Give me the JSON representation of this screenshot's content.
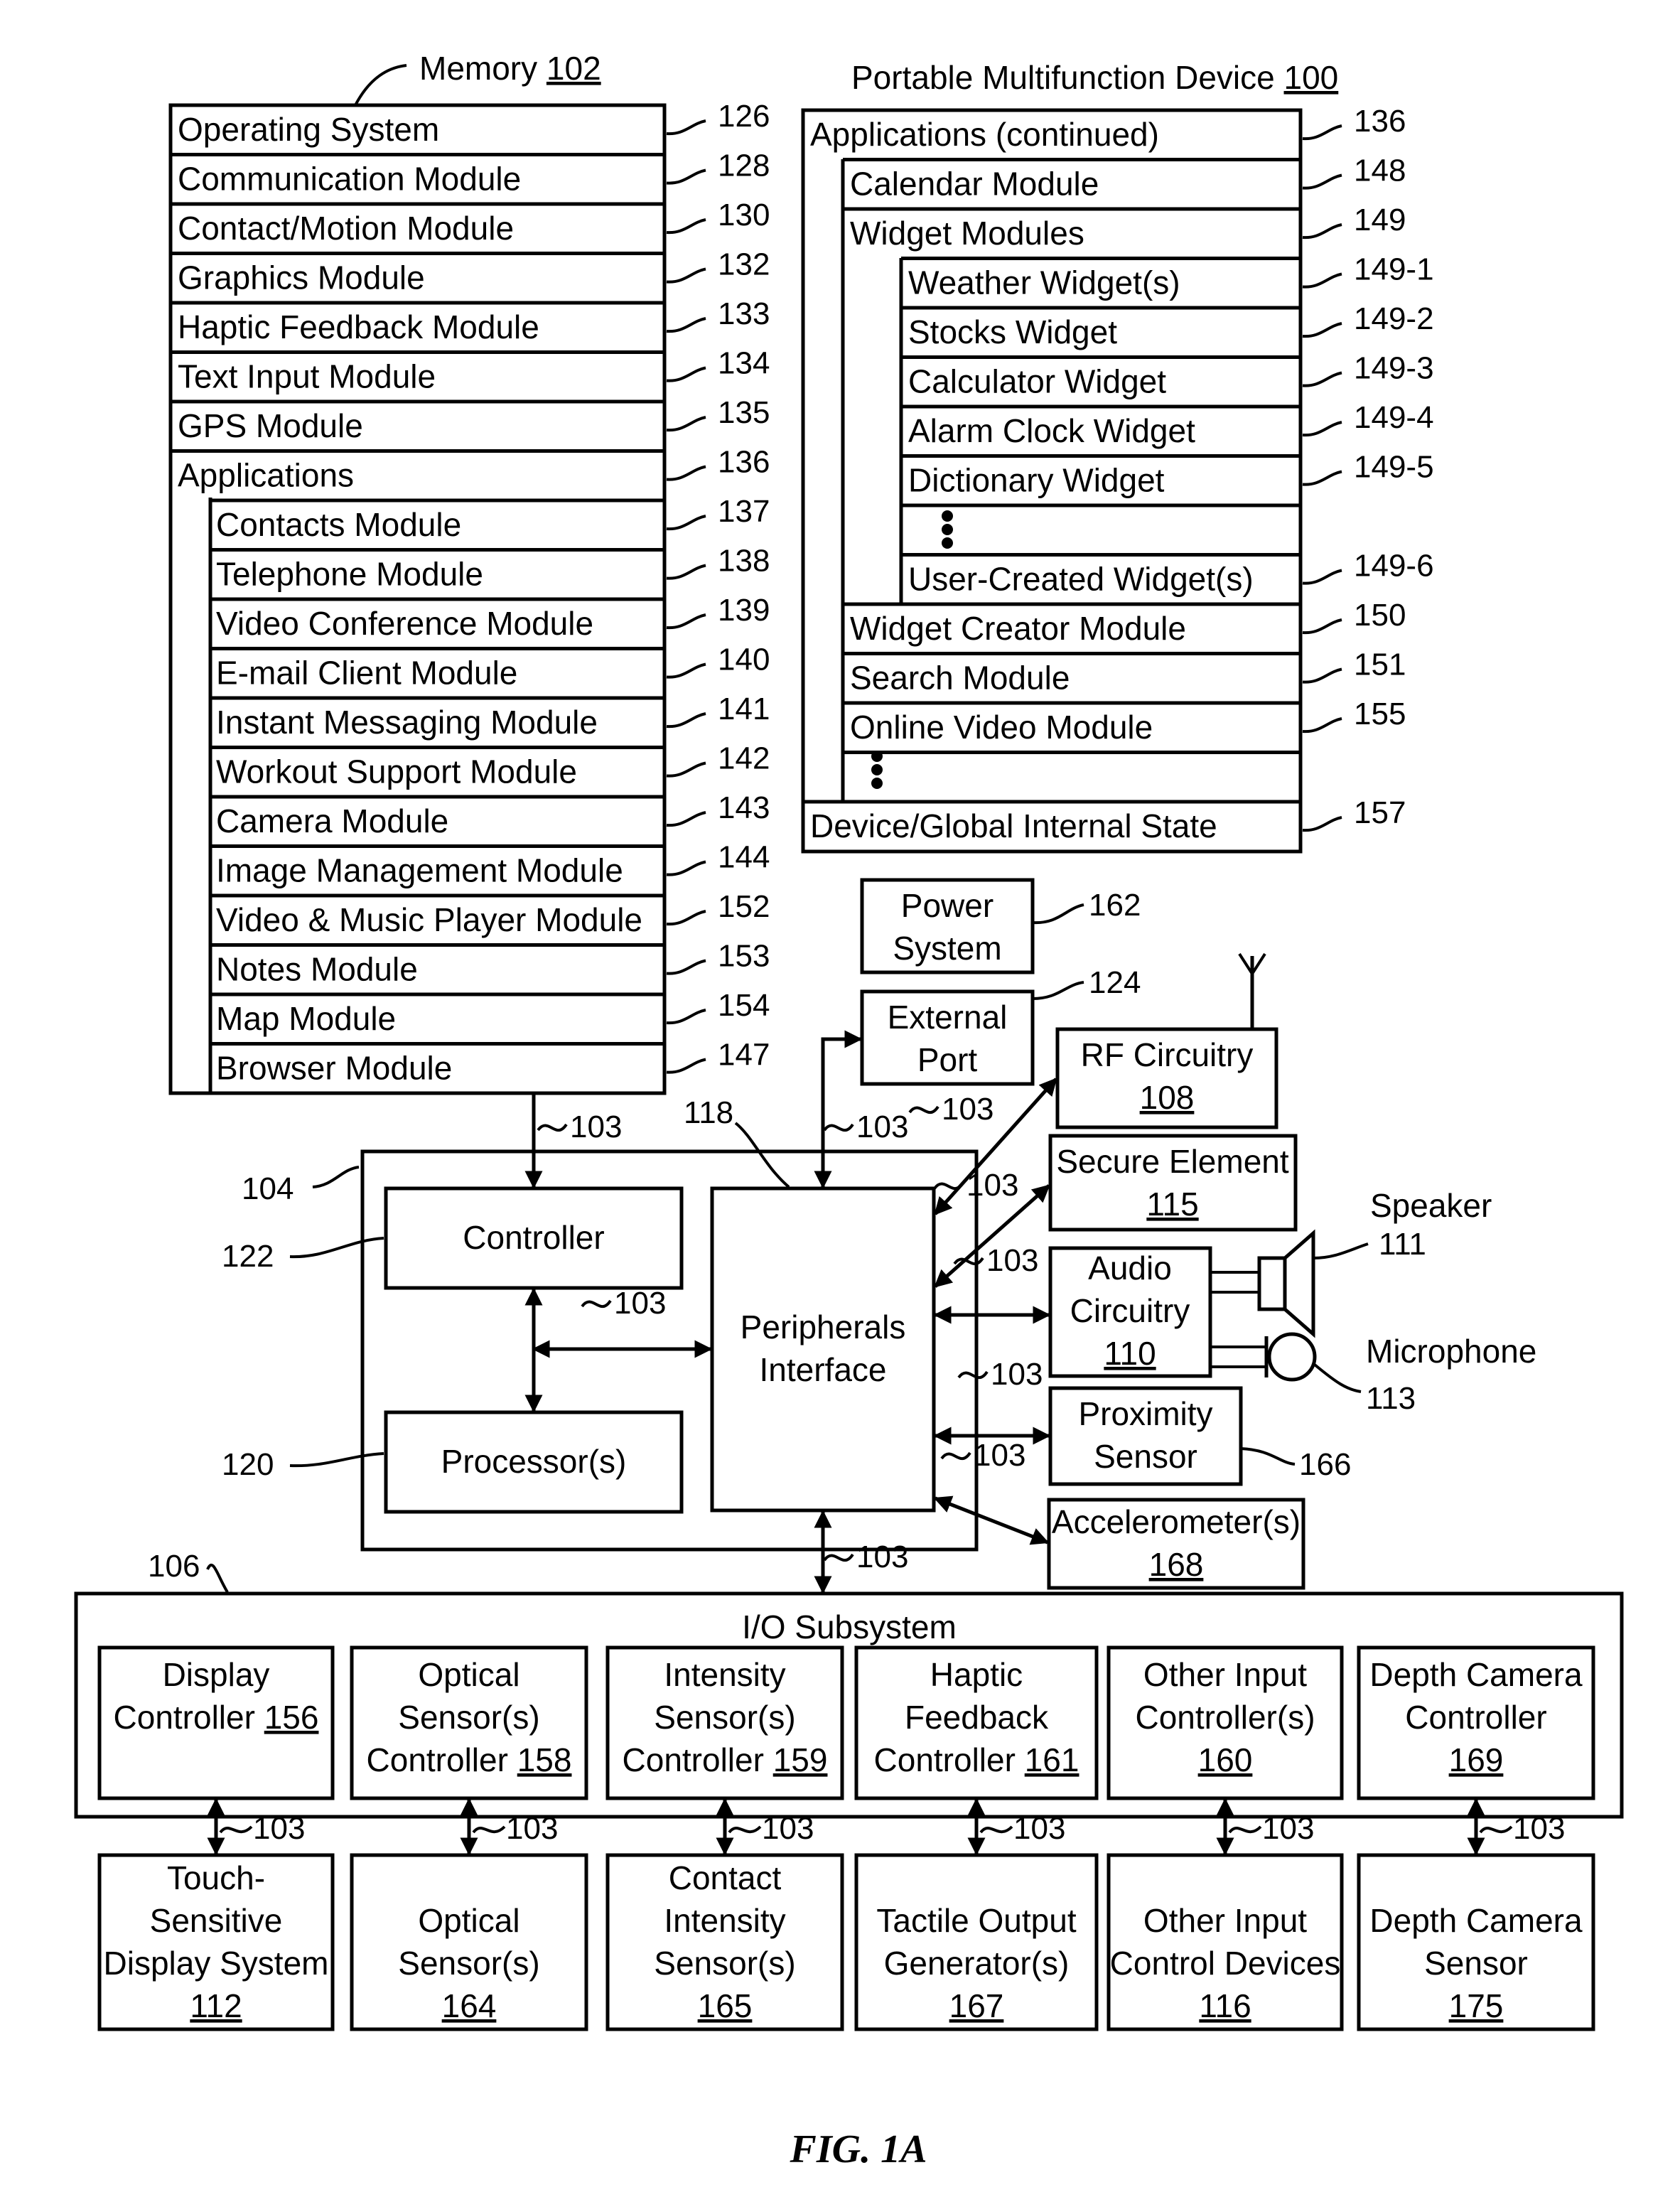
{
  "memory": {
    "title": "Memory",
    "title_ref": "102",
    "rows": [
      {
        "label": "Operating System",
        "ref": "126"
      },
      {
        "label": "Communication Module",
        "ref": "128"
      },
      {
        "label": "Contact/Motion Module",
        "ref": "130"
      },
      {
        "label": "Graphics Module",
        "ref": "132"
      },
      {
        "label": "Haptic Feedback Module",
        "ref": "133"
      },
      {
        "label": "Text Input Module",
        "ref": "134"
      },
      {
        "label": "GPS Module",
        "ref": "135"
      },
      {
        "label": "Applications",
        "ref": "136"
      }
    ],
    "apps": [
      {
        "label": "Contacts Module",
        "ref": "137"
      },
      {
        "label": "Telephone Module",
        "ref": "138"
      },
      {
        "label": "Video Conference Module",
        "ref": "139"
      },
      {
        "label": "E-mail Client Module",
        "ref": "140"
      },
      {
        "label": "Instant Messaging Module",
        "ref": "141"
      },
      {
        "label": "Workout Support Module",
        "ref": "142"
      },
      {
        "label": "Camera Module",
        "ref": "143"
      },
      {
        "label": "Image Management Module",
        "ref": "144"
      },
      {
        "label": "Video & Music Player Module",
        "ref": "152"
      },
      {
        "label": "Notes Module",
        "ref": "153"
      },
      {
        "label": "Map Module",
        "ref": "154"
      },
      {
        "label": "Browser Module",
        "ref": "147"
      }
    ]
  },
  "device": {
    "title": "Portable Multifunction Device",
    "title_ref": "100",
    "apps_cont": {
      "label": "Applications (continued)",
      "ref": "136"
    },
    "calendar": {
      "label": "Calendar Module",
      "ref": "148"
    },
    "widgets": {
      "label": "Widget Modules",
      "ref": "149"
    },
    "widget_items": [
      {
        "label": "Weather Widget(s)",
        "ref": "149-1"
      },
      {
        "label": "Stocks Widget",
        "ref": "149-2"
      },
      {
        "label": "Calculator Widget",
        "ref": "149-3"
      },
      {
        "label": "Alarm Clock Widget",
        "ref": "149-4"
      },
      {
        "label": "Dictionary Widget",
        "ref": "149-5"
      }
    ],
    "user_widget": {
      "label": "User-Created Widget(s)",
      "ref": "149-6"
    },
    "lower": [
      {
        "label": "Widget Creator Module",
        "ref": "150"
      },
      {
        "label": "Search Module",
        "ref": "151"
      },
      {
        "label": "Online Video Module",
        "ref": "155"
      }
    ],
    "state": {
      "label": "Device/Global Internal State",
      "ref": "157"
    }
  },
  "bus": "103",
  "power": {
    "l1": "Power",
    "l2": "System",
    "ref": "162"
  },
  "ext_port": {
    "l1": "External",
    "l2": "Port",
    "ref": "124"
  },
  "rf": {
    "label": "RF Circuitry",
    "num": "108"
  },
  "secure": {
    "label": "Secure Element",
    "num": "115"
  },
  "audio": {
    "l1": "Audio",
    "l2": "Circuitry",
    "num": "110"
  },
  "speaker": {
    "label": "Speaker",
    "ref": "111"
  },
  "microphone": {
    "label": "Microphone",
    "ref": "113"
  },
  "proximity": {
    "l1": "Proximity",
    "l2": "Sensor",
    "ref": "166"
  },
  "accel": {
    "label": "Accelerometer(s)",
    "num": "168"
  },
  "chip": {
    "ref": "104",
    "periph_ref": "118"
  },
  "controller": {
    "label": "Controller",
    "ref": "122"
  },
  "processor": {
    "label": "Processor(s)",
    "ref": "120"
  },
  "peripherals": {
    "l1": "Peripherals",
    "l2": "Interface"
  },
  "io": {
    "title": "I/O Subsystem",
    "ref": "106",
    "controllers": [
      {
        "lines": [
          "Display",
          "Controller"
        ],
        "num": "156"
      },
      {
        "lines": [
          "Optical",
          "Sensor(s)",
          "Controller"
        ],
        "num": "158"
      },
      {
        "lines": [
          "Intensity",
          "Sensor(s)",
          "Controller"
        ],
        "num": "159"
      },
      {
        "lines": [
          "Haptic",
          "Feedback",
          "Controller"
        ],
        "num": "161"
      },
      {
        "lines": [
          "Other Input",
          "Controller(s)"
        ],
        "num": "160"
      },
      {
        "lines": [
          "Depth Camera",
          "Controller"
        ],
        "num": "169"
      }
    ],
    "devices": [
      {
        "lines": [
          "Touch-",
          "Sensitive",
          "Display System"
        ],
        "num": "112"
      },
      {
        "lines": [
          "Optical",
          "Sensor(s)"
        ],
        "num": "164"
      },
      {
        "lines": [
          "Contact",
          "Intensity",
          "Sensor(s)"
        ],
        "num": "165"
      },
      {
        "lines": [
          "Tactile Output",
          "Generator(s)"
        ],
        "num": "167"
      },
      {
        "lines": [
          "Other Input",
          "Control Devices"
        ],
        "num": "116"
      },
      {
        "lines": [
          "Depth Camera",
          "Sensor"
        ],
        "num": "175"
      }
    ]
  },
  "figure": "FIG. 1A"
}
